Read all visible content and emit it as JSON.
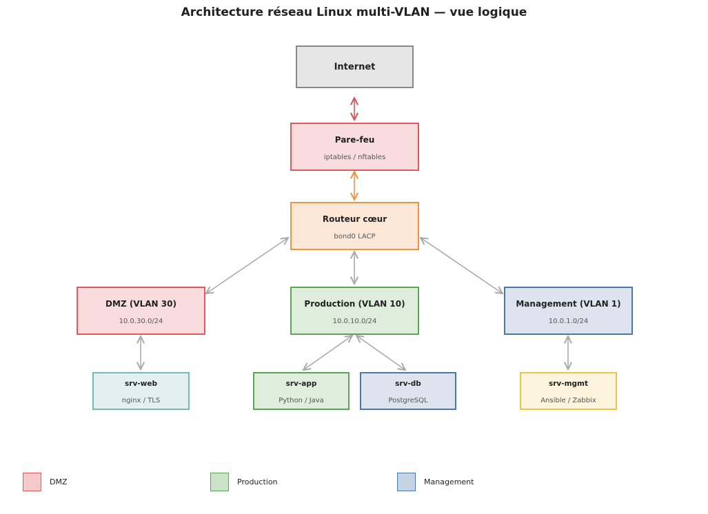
{
  "title": "Architecture réseau Linux multi-VLAN — vue logique",
  "nodes": {
    "internet": {
      "name": "Internet",
      "fill": "#e6e6e6",
      "border": "#888888"
    },
    "firewall": {
      "name": "Pare-feu",
      "sub": "iptables / nftables",
      "fill": "#f9dcdd",
      "border": "#dc5a5a"
    },
    "core_router": {
      "name": "Routeur cœur",
      "sub": "bond0 LACP",
      "fill": "#fde8d8",
      "border": "#ec9440"
    },
    "dmz": {
      "name": "DMZ (VLAN 30)",
      "sub": "10.0.30.0/24",
      "fill": "#f9dcdd",
      "border": "#dc5a5a"
    },
    "production": {
      "name": "Production (VLAN 10)",
      "sub": "10.0.10.0/24",
      "fill": "#deeddc",
      "border": "#5aa454"
    },
    "management": {
      "name": "Management (VLAN 1)",
      "sub": "10.0.1.0/24",
      "fill": "#dde4ee",
      "border": "#4a78a8"
    },
    "srv_web": {
      "name": "srv-web",
      "sub": "nginx / TLS",
      "fill": "#e3f0f0",
      "border": "#76b8b2"
    },
    "srv_app": {
      "name": "srv-app",
      "sub": "Python / Java",
      "fill": "#deeddc",
      "border": "#5aa454"
    },
    "srv_db": {
      "name": "srv-db",
      "sub": "PostgreSQL",
      "fill": "#dde4ee",
      "border": "#4a78a8"
    },
    "srv_mgmt": {
      "name": "srv-mgmt",
      "sub": "Ansible / Zabbix",
      "fill": "#fcf3dc",
      "border": "#e8c64a"
    }
  },
  "edge_colors": {
    "internet_firewall": "#d65555",
    "firewall_router": "#ec9440",
    "default": "#aaaaaa"
  },
  "legend": [
    {
      "label": "DMZ",
      "fill": "#f6caca",
      "border": "#dc5a5a"
    },
    {
      "label": "Production",
      "fill": "#cbe3c6",
      "border": "#5aa454"
    },
    {
      "label": "Management",
      "fill": "#c6d3e3",
      "border": "#4a78a8"
    }
  ]
}
